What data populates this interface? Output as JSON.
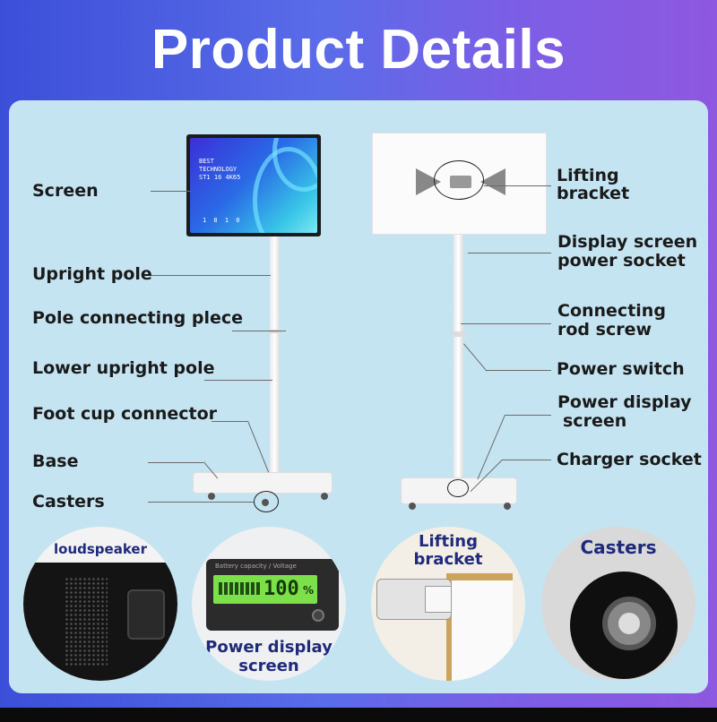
{
  "title": "Product Details",
  "left_labels": {
    "screen": "Screen",
    "upright_pole": "Upright pole",
    "pole_connecting_piece": "Pole connecting plece",
    "lower_upright_pole": "Lower upright pole",
    "foot_cup_connector": "Foot cup connector",
    "base": "Base",
    "casters": "Casters"
  },
  "right_labels": {
    "lifting_bracket_1": "Lifting",
    "lifting_bracket_2": "bracket",
    "display_power_socket_1": "Display screen",
    "display_power_socket_2": "power socket",
    "connecting_rod_screw_1": "Connecting",
    "connecting_rod_screw_2": "rod screw",
    "power_switch": "Power switch",
    "power_display_screen_1": "Power display",
    "power_display_screen_2": "screen",
    "charger_socket": "Charger socket"
  },
  "monitor_screen": {
    "line1": "BEST",
    "line2": "TECHNOLOGY",
    "line3": "ST1 16 4K65",
    "dots": "1 8 1 0"
  },
  "circles": {
    "loudspeaker": "loudspeaker",
    "battery_caption": "Battery capacity / Voltage",
    "battery_value": "100",
    "battery_unit": "%",
    "power_display_1": "Power display",
    "power_display_2": "screen",
    "lifting_1": "Lifting",
    "lifting_2": "bracket",
    "casters": "Casters"
  },
  "colors": {
    "background_start": "#3c4fd9",
    "background_end": "#8e58e0",
    "panel": "#c5e4f1",
    "circle_caption": "#1f2a7a",
    "lcd": "#7be04a"
  }
}
